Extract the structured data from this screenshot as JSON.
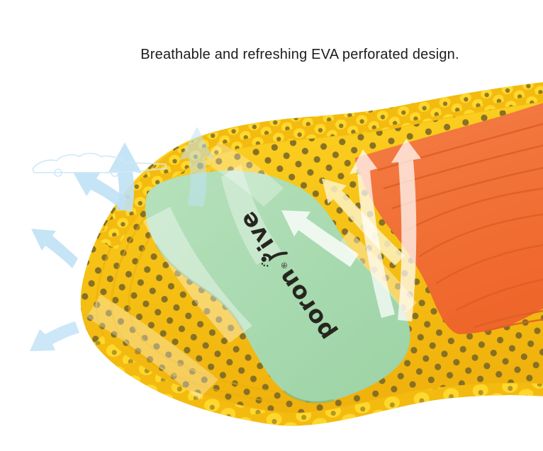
{
  "header": {
    "title": "Breathable and refreshing EVA perforated design."
  },
  "product": {
    "brand": {
      "prefix": "poron",
      "registered_mark": "®",
      "suffix": "ive"
    },
    "colors": {
      "background": "#ffffff",
      "title_text": "#1c1c1c",
      "insole_yellow": "#f7c416",
      "insole_yellow_bright": "#ffd82b",
      "insole_yellow_shadow": "#e9ad0b",
      "perforation_olive": "#7d6a26",
      "forefoot_green": "#a9dbae",
      "forefoot_green_shadow": "#6fae7e",
      "heel_orange": "#f2713b",
      "heel_orange_groove": "#dd5e24",
      "arrow_blue": "#bfe1f5",
      "arrow_blue_outline": "#cfe8f8",
      "arrow_white": "#ffffff",
      "arrow_pale_yellow": "#fcf2c2",
      "brand_text": "#26251f"
    },
    "icons": [
      "up-arrow-icon",
      "up-left-arrow-icon",
      "down-left-arrow-icon",
      "curved-up-arrow-icon",
      "jumping-person-icon",
      "car-outline-doodle-icon"
    ]
  }
}
